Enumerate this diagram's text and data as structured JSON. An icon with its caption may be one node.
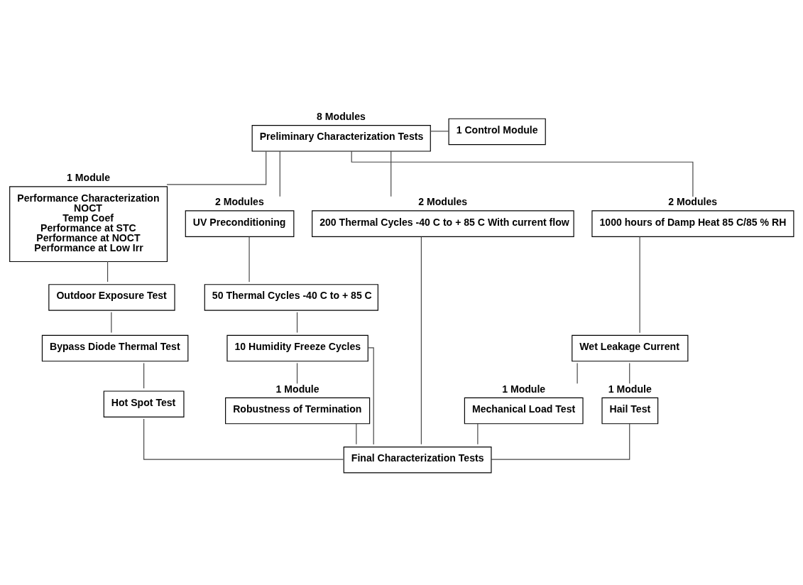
{
  "diagram": {
    "nodes": [
      {
        "text": [
          "Preliminary Characterization Tests"
        ],
        "beside": [
          "8 Modules"
        ]
      },
      {
        "text": [
          "1 Control Module"
        ]
      },
      {
        "text": [
          "Performance Characterization",
          "NOCT",
          "Temp Coef",
          "Performance at STC",
          "Performance at NOCT",
          "Performance at Low Irr"
        ],
        "beside": [
          "1 Module"
        ]
      },
      {
        "text": [
          "Outdoor Exposure Test"
        ]
      },
      {
        "text": [
          "Bypass Diode Thermal Test"
        ]
      },
      {
        "text": [
          "Hot Spot Test"
        ]
      },
      {
        "text": [
          "UV Preconditioning"
        ],
        "beside": [
          "2 Modules"
        ]
      },
      {
        "text": [
          "50 Thermal Cycles -40 C to + 85 C"
        ]
      },
      {
        "text": [
          "10 Humidity Freeze Cycles"
        ]
      },
      {
        "text": [
          "Robustness of Termination"
        ],
        "beside": [
          "1 Module"
        ]
      },
      {
        "text": [
          "200 Thermal Cycles -40 C to + 85 C With current flow"
        ],
        "beside": [
          "2 Modules"
        ]
      },
      {
        "text": [
          "1000 hours of Damp Heat 85 C/85 % RH"
        ],
        "beside": [
          "2 Modules"
        ]
      },
      {
        "text": [
          "Wet Leakage Current"
        ]
      },
      {
        "text": [
          "Mechanical Load Test"
        ],
        "beside": [
          "1 Module"
        ]
      },
      {
        "text": [
          "Hail Test"
        ],
        "beside": [
          "1 Module"
        ]
      },
      {
        "text": [
          "Final Characterization Tests"
        ]
      }
    ],
    "edges": [
      {
        "from": 0,
        "to": 1,
        "arrow": "none"
      },
      {
        "from": 0,
        "to": 2,
        "arrow": "none"
      },
      {
        "from": 0,
        "to": 6,
        "arrow": "none"
      },
      {
        "from": 0,
        "to": 10,
        "arrow": "none"
      },
      {
        "from": 0,
        "to": 11,
        "arrow": "none"
      },
      {
        "from": 2,
        "to": 3,
        "arrow": "none"
      },
      {
        "from": 3,
        "to": 4,
        "arrow": "none"
      },
      {
        "from": 4,
        "to": 5,
        "arrow": "none"
      },
      {
        "from": 6,
        "to": 7,
        "arrow": "none"
      },
      {
        "from": 7,
        "to": 8,
        "arrow": "none"
      },
      {
        "from": 8,
        "to": 9,
        "arrow": "none"
      },
      {
        "from": 11,
        "to": 12,
        "arrow": "none"
      },
      {
        "from": 12,
        "to": 13,
        "arrow": "none"
      },
      {
        "from": 12,
        "to": 14,
        "arrow": "none"
      },
      {
        "from": 5,
        "to": 15,
        "arrow": "none"
      },
      {
        "from": 9,
        "to": 15,
        "arrow": "none"
      },
      {
        "from": 8,
        "to": 15,
        "arrow": "none"
      },
      {
        "from": 10,
        "to": 15,
        "arrow": "none"
      },
      {
        "from": 13,
        "to": 15,
        "arrow": "none"
      },
      {
        "from": 14,
        "to": 15,
        "arrow": "none"
      }
    ]
  }
}
